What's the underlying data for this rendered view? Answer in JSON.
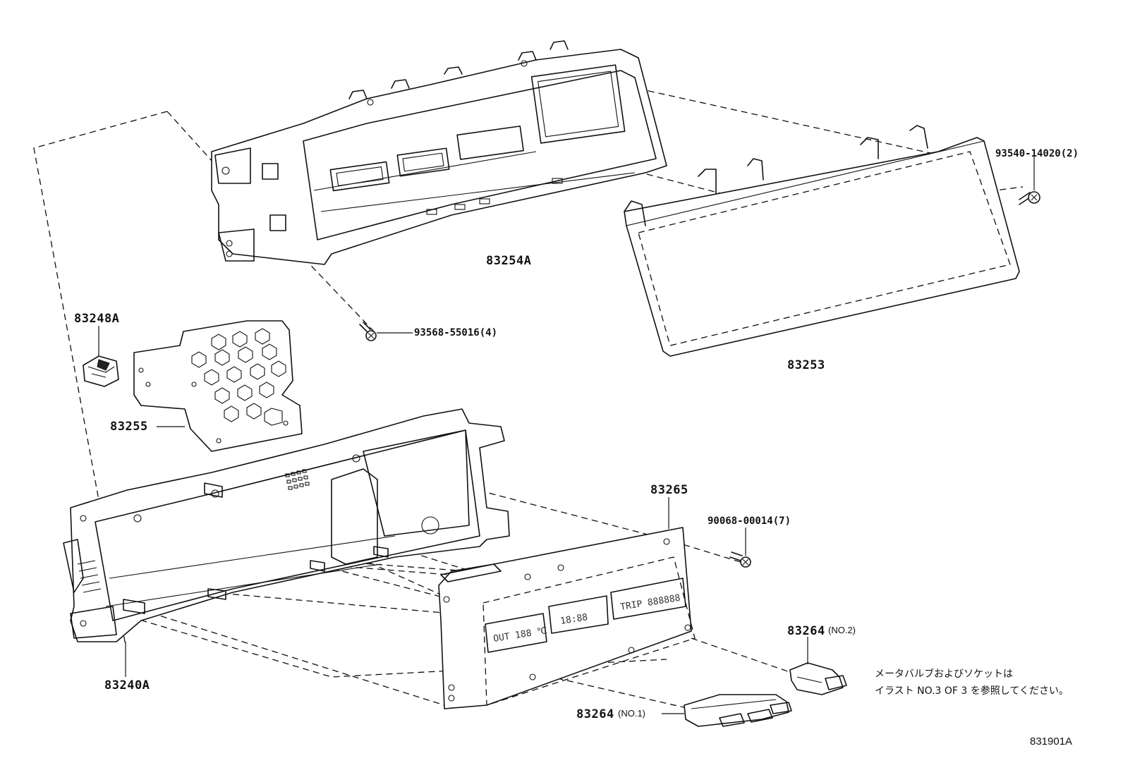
{
  "parts": {
    "p83254A": "83254A",
    "p83253": "83253",
    "p93540": "93540-14020(2)",
    "p93568": "93568-55016(4)",
    "p83248A": "83248A",
    "p83255": "83255",
    "p83265": "83265",
    "p90068": "90068-00014(7)",
    "p83240A": "83240A",
    "p83264_no2": "83264",
    "p83264_no2_qual": "(NO.2)",
    "p83264_no1": "83264",
    "p83264_no1_qual": "(NO.1)"
  },
  "note": {
    "line1": "メータバルブおよびソケットは",
    "line2": "イラスト NO.3 OF 3 を参照してください。"
  },
  "illustration_code": "831901A"
}
